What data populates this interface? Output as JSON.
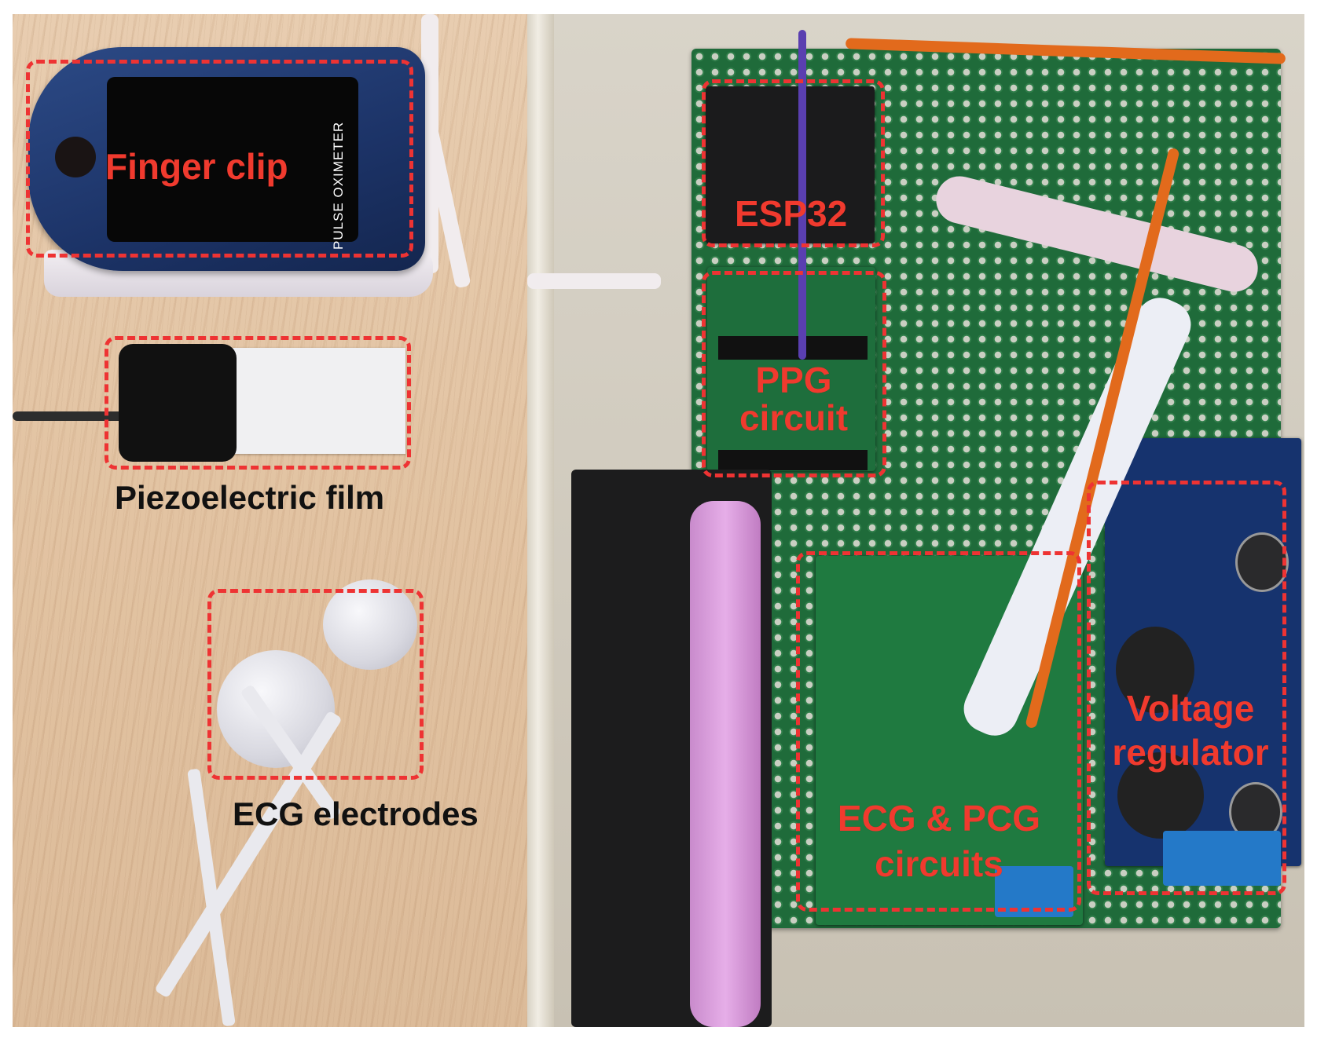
{
  "labels": {
    "finger_clip": "Finger clip",
    "piezo_film": "Piezoelectric  film",
    "ecg_electrodes": "ECG electrodes",
    "esp32": "ESP32",
    "ppg_line1": "PPG",
    "ppg_line2": "circuit",
    "ecg_pcg_line1": "ECG & PCG",
    "ecg_pcg_line2": "circuits",
    "vreg_line1": "Voltage",
    "vreg_line2": "regulator"
  },
  "device_print": {
    "oximeter": "PULSE OXIMETER"
  },
  "colors": {
    "annotation": "#f03a2e",
    "dashed_box": "#ee3333",
    "caption": "#111111"
  }
}
